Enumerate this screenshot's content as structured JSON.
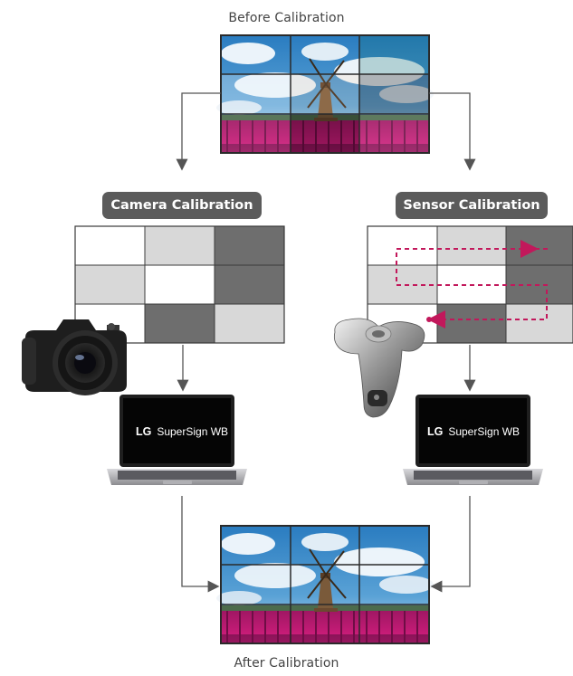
{
  "captions": {
    "before": "Before Calibration",
    "after": "After Calibration"
  },
  "methods": {
    "camera": {
      "label": "Camera Calibration"
    },
    "sensor": {
      "label": "Sensor Calibration"
    }
  },
  "software": {
    "brand": "LG",
    "product": "SuperSign WB"
  },
  "colors": {
    "pill_bg": "#5b5b5b",
    "arrow": "#555555",
    "sensor_path": "#c2185b",
    "tile_white": "#ffffff",
    "tile_light": "#d8d8d8",
    "tile_dark": "#6e6e6e",
    "grid_border": "#3a3a3a",
    "sky_blue": "#2f84c6",
    "field_magenta": "#b0186a"
  },
  "icons": {
    "camera": "dslr-camera-icon",
    "sensor": "color-sensor-icon",
    "laptop": "laptop-icon",
    "windmill": "windmill-icon"
  }
}
